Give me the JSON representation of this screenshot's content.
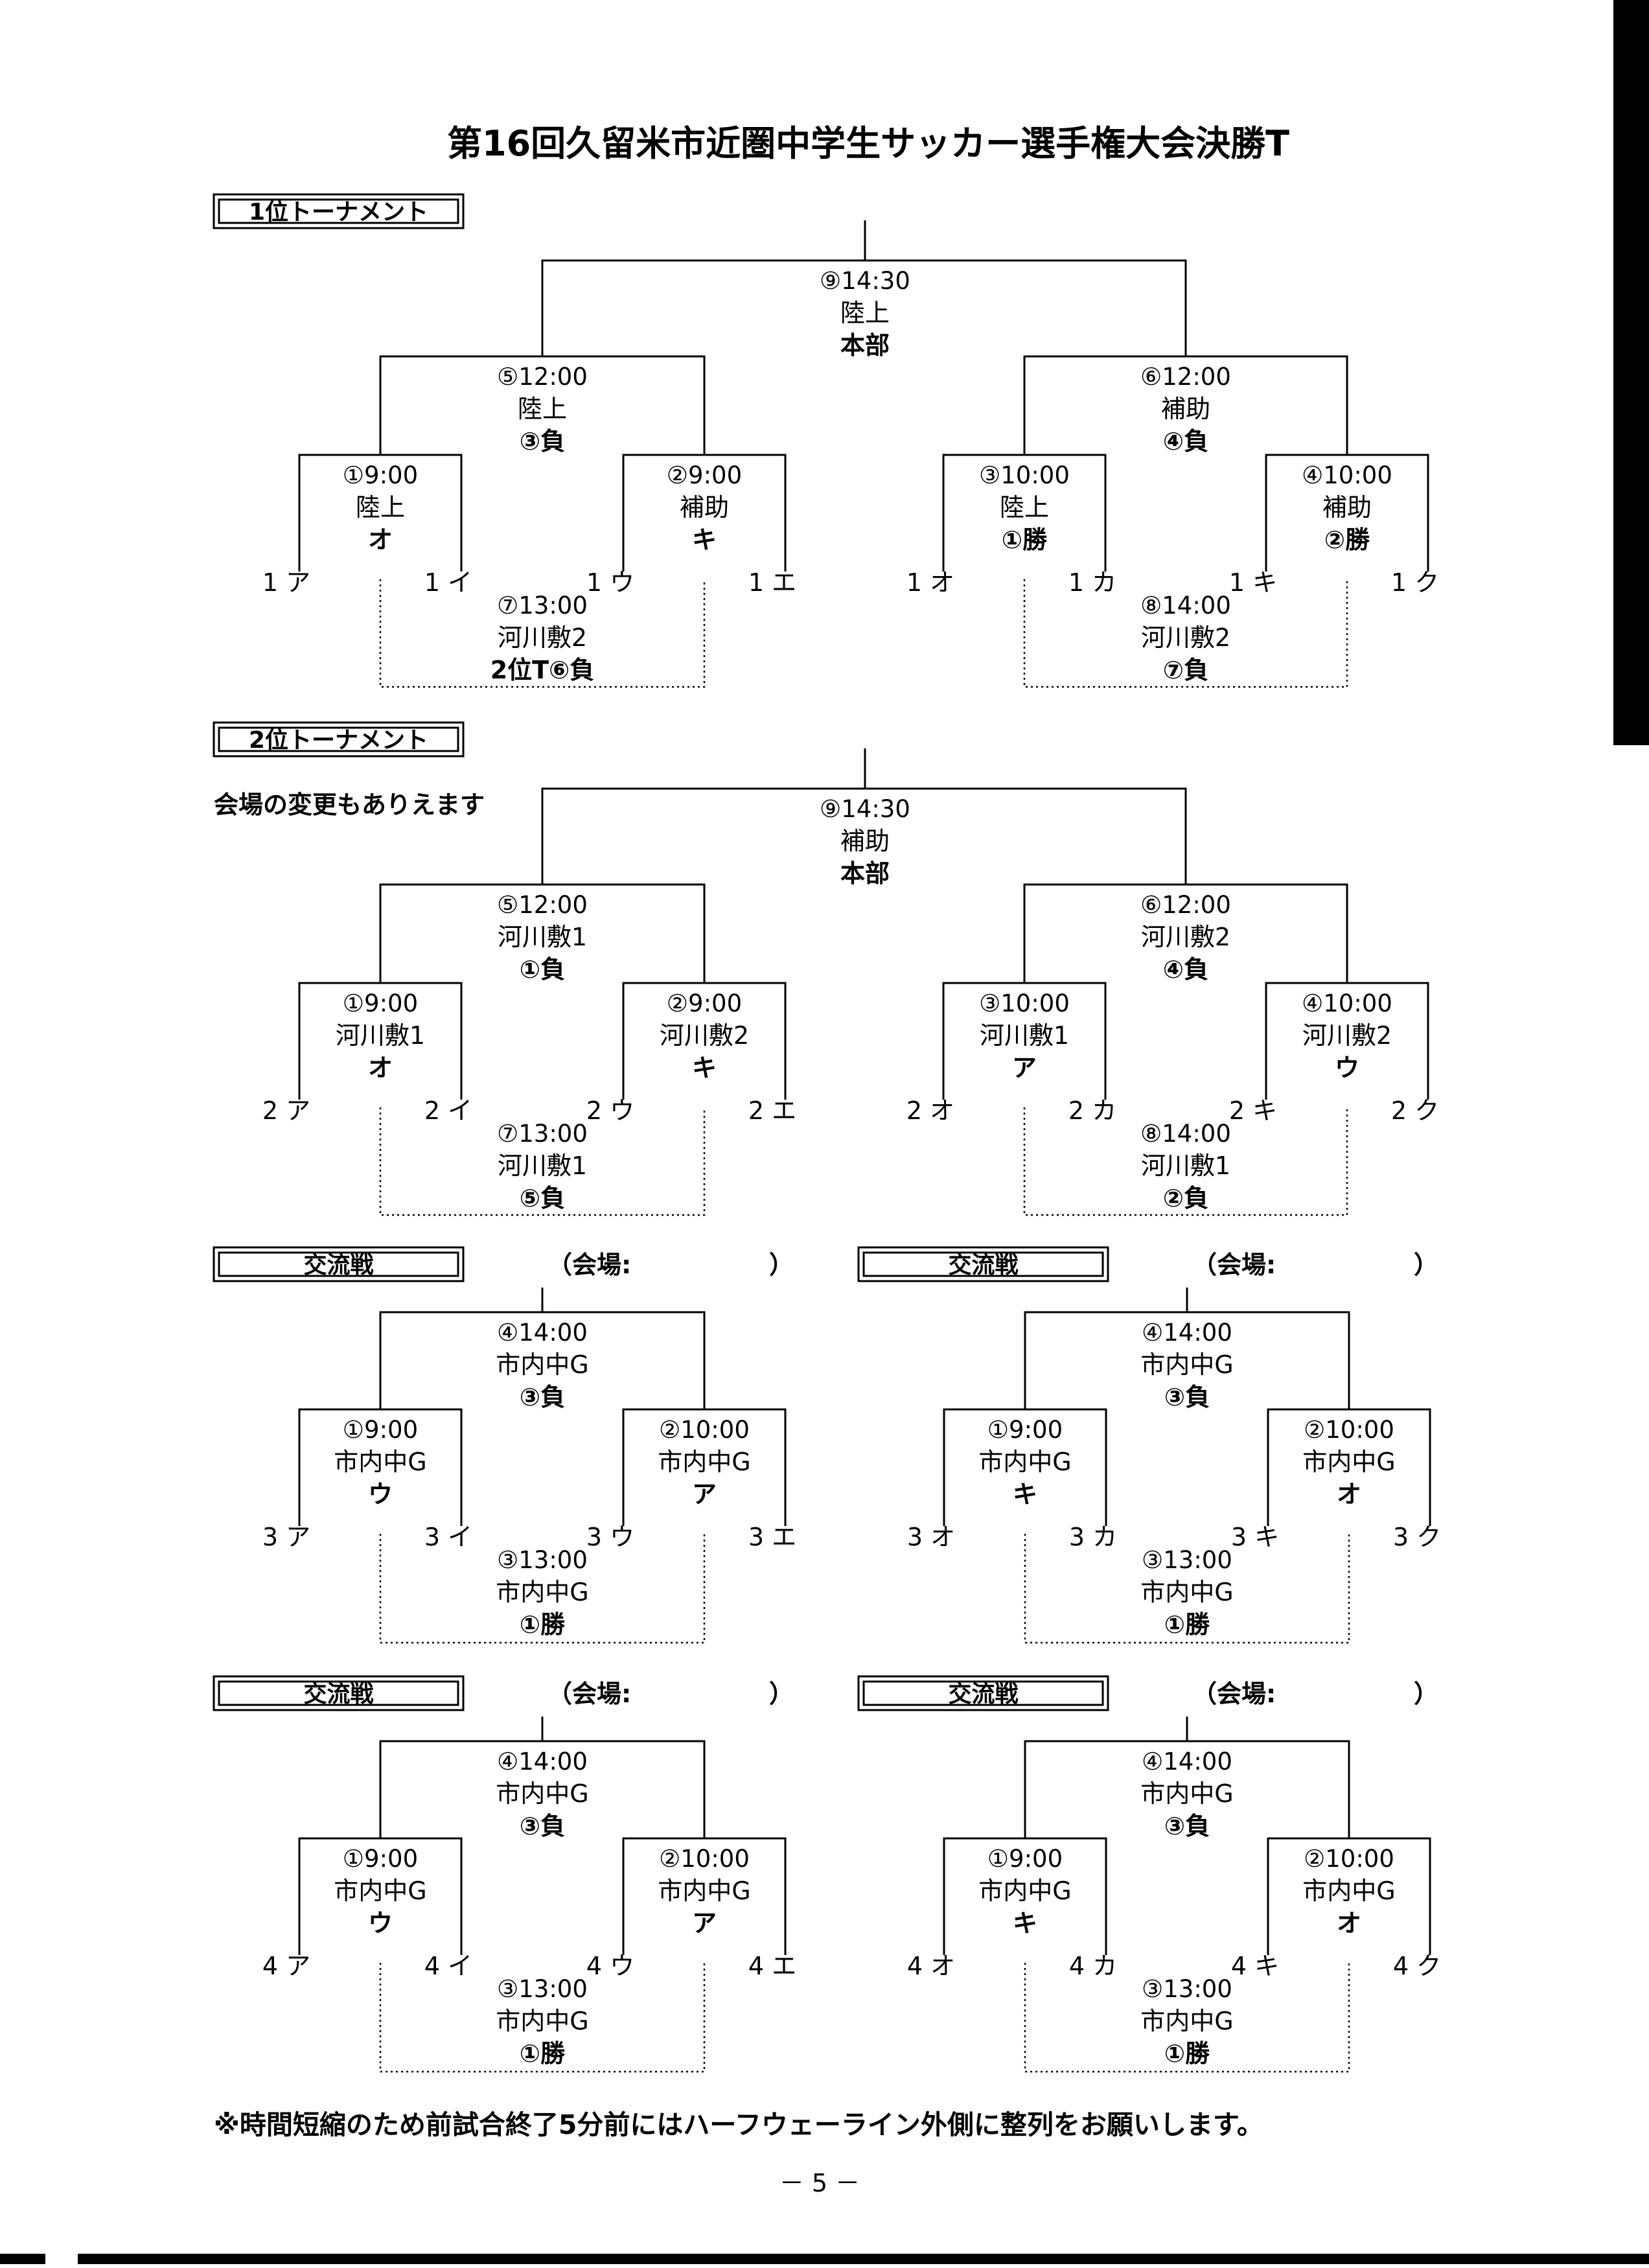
{
  "title": "第16回久留米市近圏中学生サッカー選手権大会決勝T",
  "notice": "会場の変更もありえます",
  "footer_note": "※時間短縮のため前試合終了5分前にはハーフウェーライン外側に整列をお願いします。",
  "page_number": "－ 5 －",
  "venue_open": "（会場:",
  "venue_close": "）",
  "sections": [
    {
      "label": "1位トーナメント",
      "final": [
        "⑨14:30",
        "陸上",
        "本部"
      ],
      "semis": [
        [
          "⑤12:00",
          "陸上",
          "③負"
        ],
        [
          "⑥12:00",
          "補助",
          "④負"
        ]
      ],
      "quarters": [
        [
          "①9:00",
          "陸上",
          "オ"
        ],
        [
          "②9:00",
          "補助",
          "キ"
        ],
        [
          "③10:00",
          "陸上",
          "①勝"
        ],
        [
          "④10:00",
          "補助",
          "②勝"
        ]
      ],
      "teams": [
        "1 ア",
        "1 イ",
        "1 ウ",
        "1 エ",
        "1 オ",
        "1 カ",
        "1 キ",
        "1 ク"
      ],
      "consolation": [
        [
          "⑦13:00",
          "河川敷2",
          "2位T⑥負"
        ],
        [
          "⑧14:00",
          "河川敷2",
          "⑦負"
        ]
      ]
    },
    {
      "label": "2位トーナメント",
      "final": [
        "⑨14:30",
        "補助",
        "本部"
      ],
      "semis": [
        [
          "⑤12:00",
          "河川敷1",
          "①負"
        ],
        [
          "⑥12:00",
          "河川敷2",
          "④負"
        ]
      ],
      "quarters": [
        [
          "①9:00",
          "河川敷1",
          "オ"
        ],
        [
          "②9:00",
          "河川敷2",
          "キ"
        ],
        [
          "③10:00",
          "河川敷1",
          "ア"
        ],
        [
          "④10:00",
          "河川敷2",
          "ウ"
        ]
      ],
      "teams": [
        "2 ア",
        "2 イ",
        "2 ウ",
        "2 エ",
        "2 オ",
        "2 カ",
        "2 キ",
        "2 ク"
      ],
      "consolation": [
        [
          "⑦13:00",
          "河川敷1",
          "⑤負"
        ],
        [
          "⑧14:00",
          "河川敷1",
          "②負"
        ]
      ]
    }
  ],
  "exchanges": [
    {
      "label": "交流戦",
      "top": [
        "④14:00",
        "市内中G",
        "③負"
      ],
      "quarters": [
        [
          "①9:00",
          "市内中G",
          "ウ"
        ],
        [
          "②10:00",
          "市内中G",
          "ア"
        ]
      ],
      "teams": [
        "3 ア",
        "3 イ",
        "3 ウ",
        "3 エ"
      ],
      "consolation": [
        "③13:00",
        "市内中G",
        "①勝"
      ]
    },
    {
      "label": "交流戦",
      "top": [
        "④14:00",
        "市内中G",
        "③負"
      ],
      "quarters": [
        [
          "①9:00",
          "市内中G",
          "キ"
        ],
        [
          "②10:00",
          "市内中G",
          "オ"
        ]
      ],
      "teams": [
        "3 オ",
        "3 カ",
        "3 キ",
        "3 ク"
      ],
      "consolation": [
        "③13:00",
        "市内中G",
        "①勝"
      ]
    },
    {
      "label": "交流戦",
      "top": [
        "④14:00",
        "市内中G",
        "③負"
      ],
      "quarters": [
        [
          "①9:00",
          "市内中G",
          "ウ"
        ],
        [
          "②10:00",
          "市内中G",
          "ア"
        ]
      ],
      "teams": [
        "4 ア",
        "4 イ",
        "4 ウ",
        "4 エ"
      ],
      "consolation": [
        "③13:00",
        "市内中G",
        "①勝"
      ]
    },
    {
      "label": "交流戦",
      "top": [
        "④14:00",
        "市内中G",
        "③負"
      ],
      "quarters": [
        [
          "①9:00",
          "市内中G",
          "キ"
        ],
        [
          "②10:00",
          "市内中G",
          "オ"
        ]
      ],
      "teams": [
        "4 オ",
        "4 カ",
        "4 キ",
        "4 ク"
      ],
      "consolation": [
        "③13:00",
        "市内中G",
        "①勝"
      ]
    }
  ]
}
